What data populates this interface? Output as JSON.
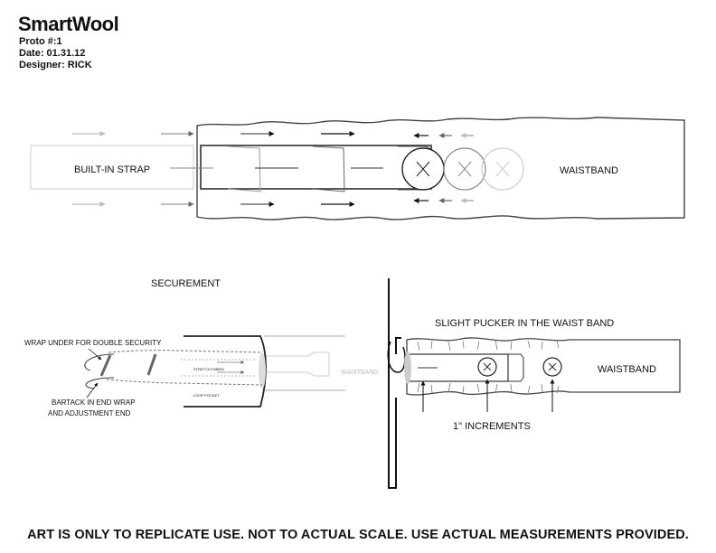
{
  "header": {
    "brand": "SmartWool",
    "proto": "Proto #:1",
    "date": "Date: 01.31.12",
    "designer": "Designer: RICK"
  },
  "top_diagram": {
    "strap_label": "BUILT-IN STRAP",
    "waistband_label": "WAISTBAND"
  },
  "securement": {
    "title": "SECUREMENT",
    "wrap_note": "WRAP UNDER FOR DOUBLE SECURITY",
    "bartack_line1": "BARTACK IN END WRAP",
    "bartack_line2": "AND ADJUSTMENT END",
    "stretch_label": "STRETCH FABRIC",
    "loop_label": "LOOP POCKET",
    "waistband_label": "WAISTBAND"
  },
  "pucker": {
    "title": "SLIGHT PUCKER IN THE WAIST BAND",
    "waistband_label": "WAISTBAND",
    "increments_label": "1\" INCREMENTS"
  },
  "footer": {
    "note": "ART IS ONLY TO REPLICATE USE. NOT TO ACTUAL SCALE. USE ACTUAL MEASUREMENTS PROVIDED."
  }
}
